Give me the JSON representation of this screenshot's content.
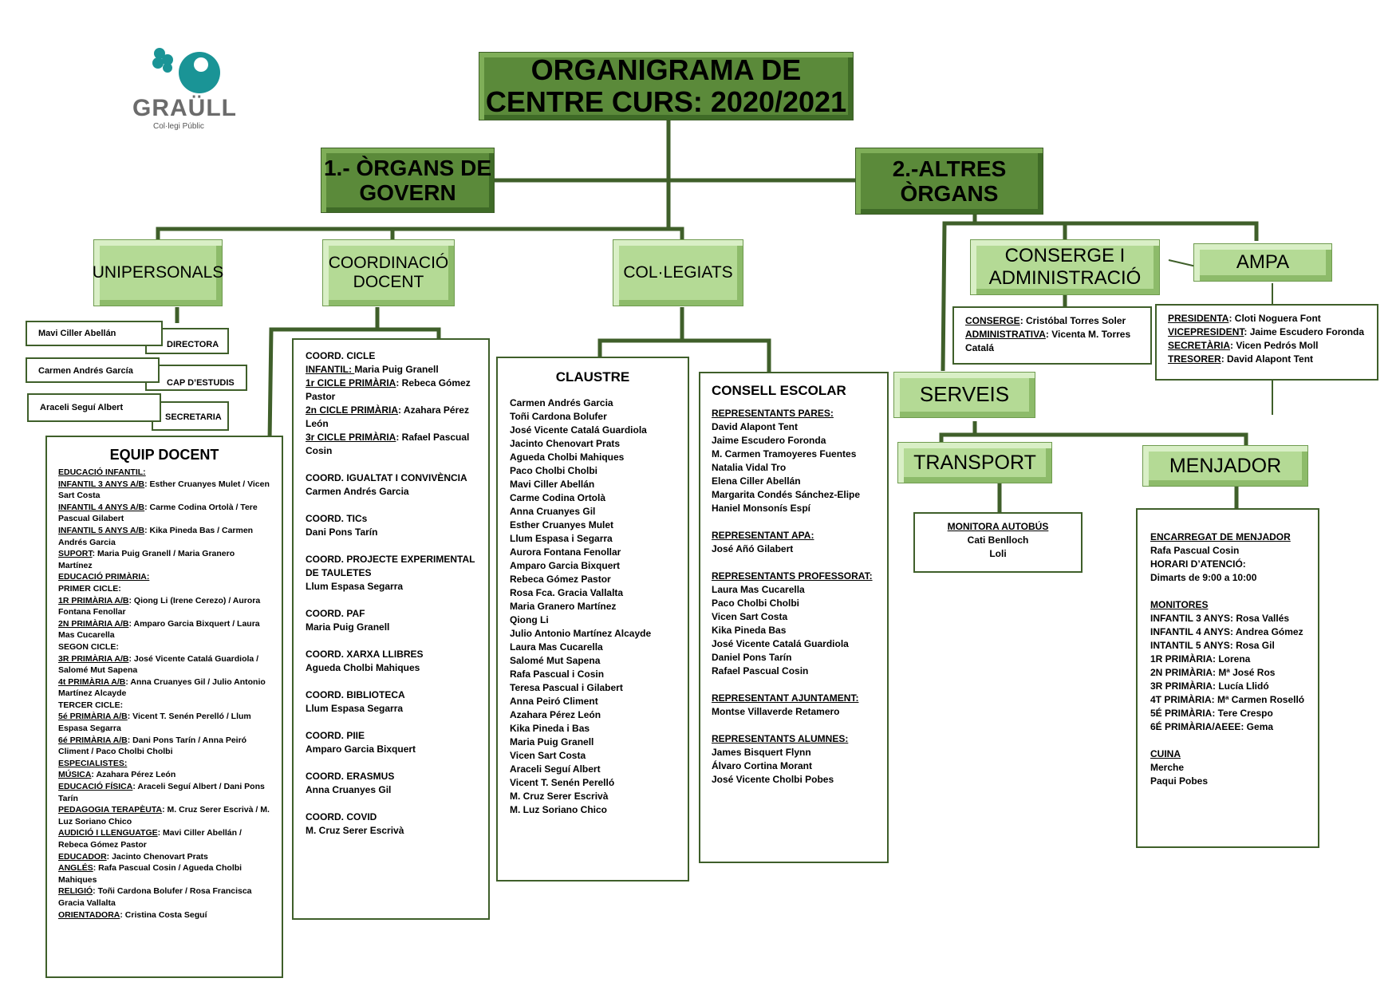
{
  "logo": {
    "name": "GRAÜLL",
    "subtitle": "Col·legi Públic",
    "accent_color": "#1a9496"
  },
  "title": {
    "line1": "ORGANIGRAMA DE",
    "line2": "CENTRE CURS: 2020/2021"
  },
  "colors": {
    "dark_green": "#5b8a3a",
    "light_green": "#b4da95",
    "line_green": "#3f5f2a"
  },
  "branches": {
    "govern": {
      "line1": "1.- ÒRGANS DE",
      "line2": "GOVERN"
    },
    "altres": {
      "line1": "2.-ALTRES",
      "line2": "ÒRGANS"
    }
  },
  "nodes": {
    "unipersonals": "UNIPERSONALS",
    "coordinacio": {
      "line1": "COORDINACIÓ",
      "line2": "DOCENT"
    },
    "colegiats": "COL·LEGIATS",
    "conserge": {
      "line1": "CONSERGE I",
      "line2": "ADMINISTRACIÓ"
    },
    "ampa": "AMPA",
    "serveis": "SERVEIS",
    "transport": "TRANSPORT",
    "menjador": "MENJADOR"
  },
  "unipersonals": [
    {
      "name": "Mavi Ciller Abellán",
      "role": "DIRECTORA"
    },
    {
      "name": "Carmen Andrés García",
      "role": "CAP D’ESTUDIS"
    },
    {
      "name": "Araceli Seguí Albert",
      "role": "SECRETARIA"
    }
  ],
  "equip_docent": {
    "title": "EQUIP DOCENT",
    "lines": [
      {
        "label": "EDUCACIÓ INFANTIL:",
        "text": ""
      },
      {
        "label": "INFANTIL 3 ANYS A/B",
        "text": ": Esther Cruanyes Mulet / Vicen Sart Costa"
      },
      {
        "label": "INFANTIL 4 ANYS A/B",
        "text": ": Carme Codina Ortolà / Tere Pascual Gilabert"
      },
      {
        "label": "INFANTIL 5 ANYS A/B",
        "text": ": Kika Pineda Bas / Carmen Andrés Garcia"
      },
      {
        "label": "SUPORT",
        "text": ": Maria Puig Granell / Maria Granero Martínez"
      },
      {
        "label": "EDUCACIÓ PRIMÀRIA:",
        "text": ""
      },
      {
        "label": "",
        "text": "PRIMER CICLE:"
      },
      {
        "label": "1R PRIMÀRIA A/B",
        "text": ": Qiong Li (Irene Cerezo) / Aurora Fontana Fenollar"
      },
      {
        "label": "2N PRIMÀRIA A/B",
        "text": ": Amparo Garcia Bixquert / Laura Mas Cucarella"
      },
      {
        "label": "",
        "text": "SEGON CICLE:"
      },
      {
        "label": "3R PRIMÀRIA A/B",
        "text": ": José Vicente Catalá Guardiola / Salomé Mut Sapena"
      },
      {
        "label": "4t PRIMÀRIA A/B",
        "text": ": Anna Cruanyes Gil / Julio Antonio Martínez Alcayde"
      },
      {
        "label": "",
        "text": "TERCER CICLE:"
      },
      {
        "label": "5é PRIMÀRIA A/B",
        "text": ": Vicent T. Senén Perelló / Llum Espasa Segarra"
      },
      {
        "label": "6é PRIMÀRIA A/B",
        "text": ": Dani Pons Tarín / Anna Peiró Climent / Paco Cholbi Cholbi"
      },
      {
        "label": "ESPECIALISTES:",
        "text": ""
      },
      {
        "label": "MÚSICA",
        "text": ": Azahara Pérez León"
      },
      {
        "label": "EDUCACIÓ FÍSICA",
        "text": ":  Araceli Seguí Albert / Dani Pons Tarín"
      },
      {
        "label": "PEDAGOGIA TERAPÈUTA",
        "text": ": M. Cruz Serer Escrivà / M. Luz Soriano Chico"
      },
      {
        "label": "AUDICIÓ I LLENGUATGE",
        "text": ": Mavi Ciller Abellán / Rebeca Gómez Pastor"
      },
      {
        "label": "EDUCADOR",
        "text": ": Jacinto Chenovart Prats"
      },
      {
        "label": "ANGLÉS",
        "text": ": Rafa Pascual Cosin / Agueda Cholbi Mahiques"
      },
      {
        "label": "RELIGIÓ",
        "text": ":  Toñi Cardona Bolufer / Rosa Francisca Gracia Vallalta"
      },
      {
        "label": "ORIENTADORA",
        "text": ": Cristina Costa Seguí"
      }
    ]
  },
  "coordinacio_docent": {
    "cicle_header": "COORD. CICLE",
    "cicle": [
      {
        "label": "INFANTIL: ",
        "text": " Maria Puig Granell"
      },
      {
        "label": "1r CICLE PRIMÀRIA",
        "text": ": Rebeca Gómez Pastor"
      },
      {
        "label": "2n CICLE PRIMÀRIA",
        "text": ": Azahara Pérez León"
      },
      {
        "label": "3r CICLE PRIMÀRIA",
        "text": ": Rafael Pascual Cosin"
      }
    ],
    "items": [
      {
        "title": "COORD. IGUALTAT I CONVIVÈNCIA",
        "name": "Carmen Andrés Garcia"
      },
      {
        "title": "COORD. TICs",
        "name": "Dani Pons Tarín"
      },
      {
        "title": "COORD. PROJECTE EXPERIMENTAL DE TAULETES",
        "name": "Llum Espasa Segarra"
      },
      {
        "title": "COORD. PAF",
        "name": "Maria Puig Granell"
      },
      {
        "title": "COORD. XARXA LLIBRES",
        "name": "Agueda Cholbi Mahiques"
      },
      {
        "title": "COORD. BIBLIOTECA",
        "name": "Llum Espasa Segarra"
      },
      {
        "title": "COORD. PIIE",
        "name": "Amparo Garcia Bixquert"
      },
      {
        "title": "COORD. ERASMUS",
        "name": "Anna Cruanyes Gil"
      },
      {
        "title": "COORD. COVID",
        "name": "M. Cruz Serer Escrivà"
      }
    ]
  },
  "claustre": {
    "title": "CLAUSTRE",
    "members": [
      "Carmen Andrés Garcia",
      "Toñi Cardona Bolufer",
      "José Vicente Catalá Guardiola",
      "Jacinto Chenovart Prats",
      "Agueda Cholbi Mahiques",
      "Paco Cholbi Cholbi",
      "Mavi Ciller Abellán",
      "Carme Codina Ortolà",
      "Anna Cruanyes Gil",
      "Esther Cruanyes Mulet",
      "Llum Espasa i Segarra",
      "Aurora Fontana Fenollar",
      "Amparo Garcia Bixquert",
      "Rebeca Gómez Pastor",
      "Rosa Fca. Gracia Vallalta",
      "Maria Granero Martínez",
      "Qiong Li",
      "Julio Antonio Martínez Alcayde",
      "Laura Mas Cucarella",
      "Salomé Mut Sapena",
      "Rafa Pascual i Cosin",
      "Teresa Pascual i Gilabert",
      "Anna Peiró Climent",
      "Azahara Pérez León",
      "Kika Pineda i Bas",
      "Maria Puig Granell",
      "Vicen Sart Costa",
      "Araceli Seguí Albert",
      "Vicent T. Senén Perelló",
      "M. Cruz Serer  Escrivà",
      "M. Luz Soriano Chico"
    ]
  },
  "consell_escolar": {
    "title": "CONSELL ESCOLAR",
    "groups": [
      {
        "heading": "REPRESENTANTS PARES:",
        "members": [
          "David Alapont Tent",
          "Jaime Escudero Foronda",
          "M. Carmen Tramoyeres Fuentes",
          "Natalia Vidal Tro",
          "Elena Ciller Abellán",
          "Margarita Condés Sánchez-Elipe",
          "Haniel Monsonís Espí"
        ]
      },
      {
        "heading": "REPRESENTANT  APA:",
        "members": [
          "José Añó Gilabert"
        ]
      },
      {
        "heading": "REPRESENTANTS  PROFESSORAT:",
        "members": [
          "Laura Mas Cucarella",
          "Paco Cholbi Cholbi",
          "Vicen Sart Costa",
          "Kika Pineda Bas",
          "José Vicente Catalá Guardiola",
          "Daniel Pons Tarín",
          "Rafael Pascual Cosin"
        ]
      },
      {
        "heading": "REPRESENTANT  AJUNTAMENT:",
        "members": [
          "Montse Villaverde Retamero"
        ]
      },
      {
        "heading": "REPRESENTANTS  ALUMNES:",
        "members": [
          "James Bisquert Flynn",
          "Álvaro Cortina Morant",
          "José Vicente Cholbi Pobes"
        ]
      }
    ]
  },
  "conserge_admin": {
    "conserge_label": "CONSERGE",
    "conserge": ": Cristóbal Torres Soler",
    "admin_label": "ADMINISTRATIVA",
    "admin": ": Vicenta M. Torres Catalá"
  },
  "ampa": [
    {
      "label": "PRESIDENTA",
      "text": ": Cloti Noguera Font"
    },
    {
      "label": "VICEPRESIDENT",
      "text": ": Jaime Escudero Foronda"
    },
    {
      "label": "SECRETÀRIA",
      "text": ": Vicen Pedrós Moll"
    },
    {
      "label": "TRESORER",
      "text": ": David Alapont Tent"
    }
  ],
  "transport": {
    "heading": "MONITORA AUTOBÚS",
    "members": [
      "Cati Benlloch",
      "Loli"
    ]
  },
  "menjador": {
    "encarregat_heading": "ENCARREGAT DE MENJADOR",
    "encarregat": "Rafa Pascual Cosin",
    "horari_label": "HORARI D’ATENCIÓ:",
    "horari": "Dimarts de 9:00 a 10:00",
    "monitores_heading": "MONITORES",
    "monitores": [
      "INFANTIL 3 ANYS: Rosa Vallés",
      "INFANTIL 4 ANYS: Andrea Gómez",
      "INTANTIL 5 ANYS: Rosa Gil",
      "1R PRIMÀRIA: Lorena",
      "2N PRIMÀRIA: Mª José Ros",
      "3R PRIMÀRIA: Lucía Llidó",
      "4T PRIMÀRIA: Mª Carmen Roselló",
      "5É PRIMÀRIA: Tere Crespo",
      "6É PRIMÀRIA/AEEE: Gema"
    ],
    "cuina_heading": "CUINA",
    "cuina": [
      "Merche",
      "Paqui Pobes"
    ]
  }
}
